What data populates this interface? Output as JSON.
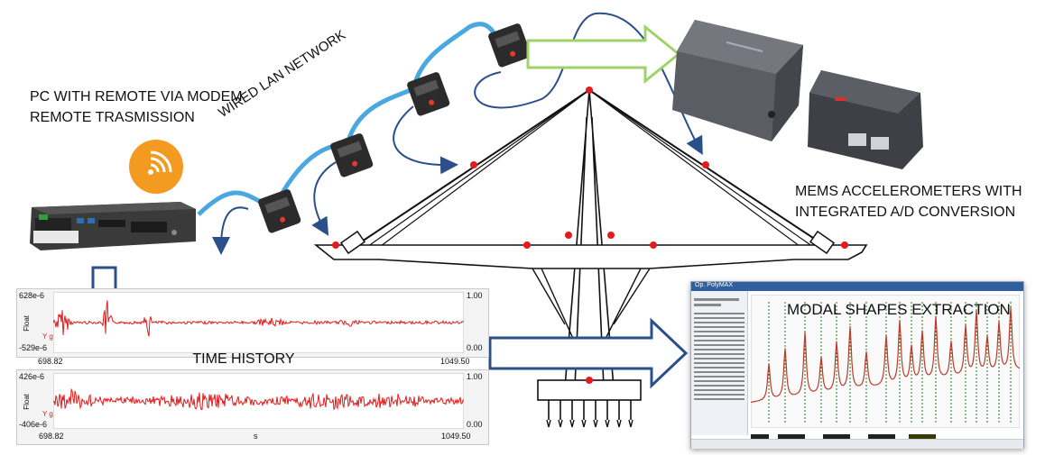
{
  "labels": {
    "pc": [
      "PC WITH REMOTE VIA MODEM",
      "REMOTE TRASMISSION"
    ],
    "network": "WIRED LAN NETWORK",
    "mems": [
      "MEMS ACCELEROMETERS WITH",
      "INTEGRATED A/D CONVERSION"
    ],
    "time_history": "TIME HISTORY",
    "modal": "MODAL SHAPES EXTRACTION"
  },
  "time_history_top": {
    "y_max": "628e-6",
    "y_min": "-529e-6",
    "y_mid": "Float",
    "r_max": "1.00",
    "r_min": "0.00",
    "x_start": "698.82",
    "x_end": "1049.50",
    "channel": "Y geo B:+X",
    "color": "#e51b1b"
  },
  "time_history_bottom": {
    "y_max": "426e-6",
    "y_min": "-406e-6",
    "y_mid": "Float",
    "r_max": "1.00",
    "r_min": "0.00",
    "x_start": "698.82",
    "x_end": "1049.50",
    "x_mid": "s",
    "channel": "Y geo B:+Y",
    "color": "#e51b1b"
  },
  "modal_window": {
    "title": "Op. PolyMAX",
    "peak_color": "#1a7a1a",
    "curve_color": "#c0392b"
  },
  "colors": {
    "cable": "#4aa8e0",
    "arrow_dark": "#2b4f8a",
    "arrow_green": "#7fbf3f",
    "sensor_point": "#e51b1b",
    "wifi_badge": "#f39a21"
  }
}
